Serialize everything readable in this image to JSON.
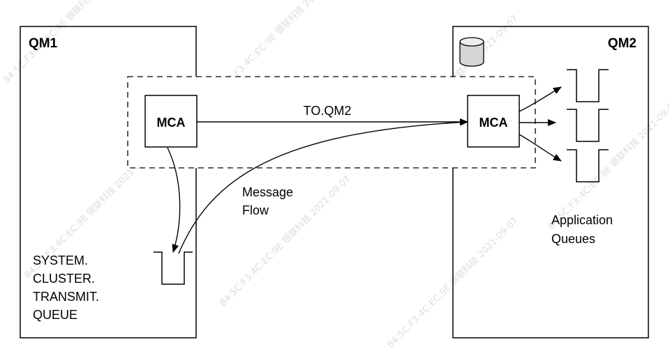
{
  "queue_managers": {
    "left": {
      "label": "QM1"
    },
    "right": {
      "label": "QM2"
    }
  },
  "agents": {
    "left": {
      "label": "MCA"
    },
    "right": {
      "label": "MCA"
    }
  },
  "channel": {
    "label": "TO.QM2"
  },
  "message_flow": {
    "lines": [
      "Message",
      "Flow"
    ]
  },
  "transmit_queue": {
    "lines": [
      "SYSTEM.",
      "CLUSTER.",
      "TRANSMIT.",
      "QUEUE"
    ]
  },
  "application_queues": {
    "lines": [
      "Application",
      "Queues"
    ],
    "count": 3
  },
  "watermark": {
    "text": "84:5C:F3:4C:EC:9E 银联科技 2021-09-07"
  }
}
